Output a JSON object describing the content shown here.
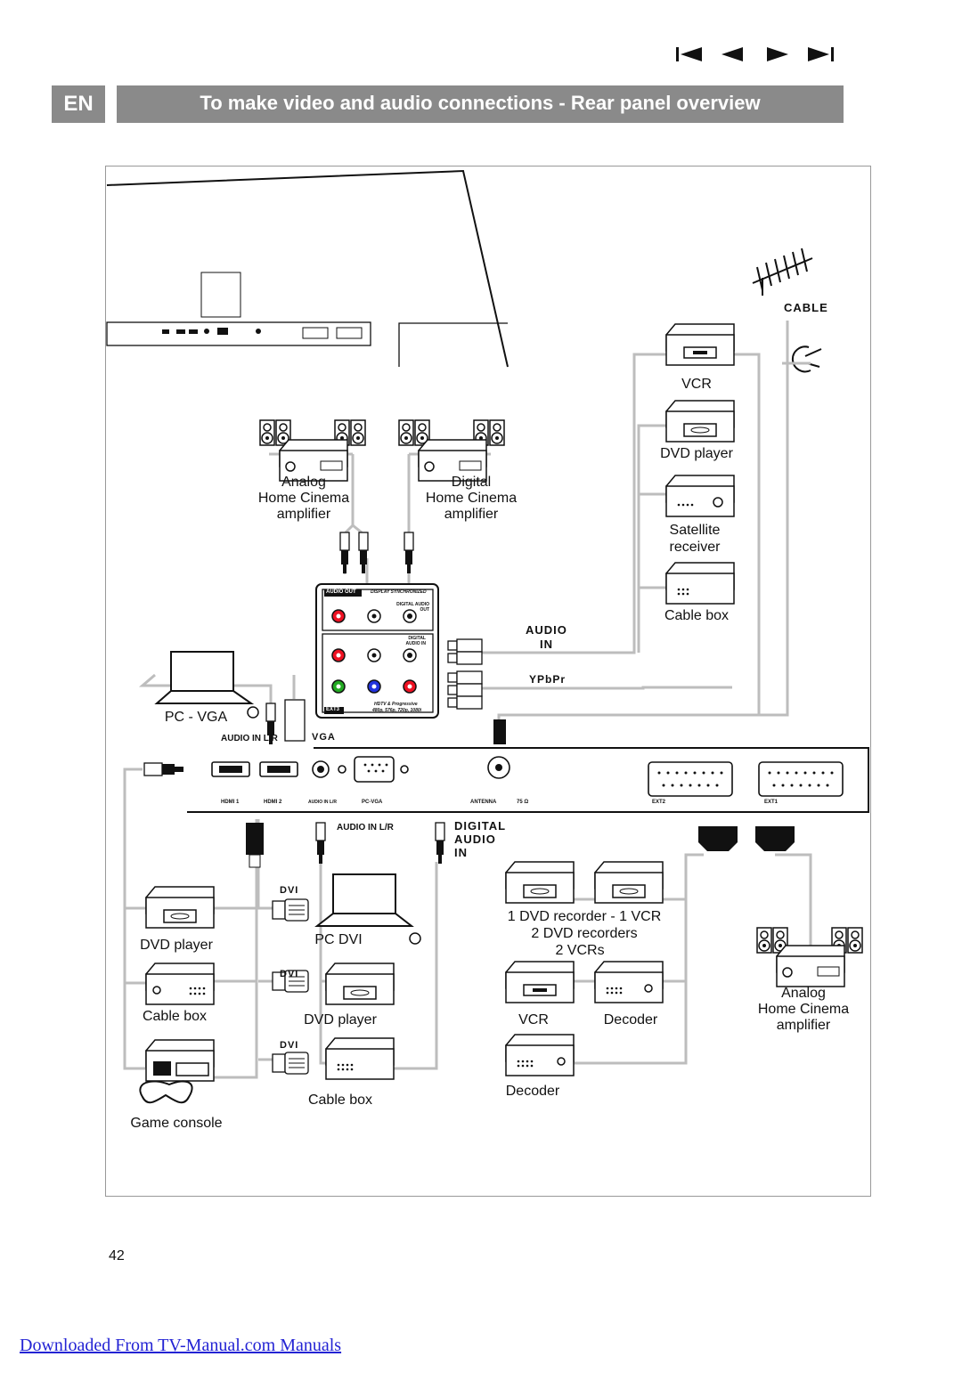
{
  "navigation": {
    "first": "first-page-icon",
    "prev": "previous-page-icon",
    "next": "next-page-icon",
    "last": "last-page-icon"
  },
  "header": {
    "lang": "EN",
    "title": "To make video and audio connections - Rear panel overview"
  },
  "ports": {
    "cable": "CABLE",
    "audio_in": "AUDIO",
    "audio_in2": "IN",
    "ypbpr": "YPbPr",
    "pc_vga": "PC - VGA",
    "audio_in_lr": "AUDIO IN L/R",
    "vga": "VGA",
    "hdmi1": "HDMI 1",
    "hdmi2": "HDMI 2",
    "audio_in_lr_small": "AUDIO IN L/R",
    "pc_vga_small": "PC-VGA",
    "antenna": "ANTENNA",
    "ohm": "75 Ω",
    "ext2": "EXT2",
    "ext1": "EXT1",
    "audio_in_lr_bottom": "AUDIO IN L/R",
    "digital_audio_in_1": "DIGITAL",
    "digital_audio_in_2": "AUDIO",
    "digital_audio_in_3": "IN",
    "dvi1": "DVI",
    "dvi2": "DVI",
    "dvi3": "DVI",
    "panel_audio_out": "AUDIO OUT",
    "panel_display_sync": "DISPLAY SYNCHRONIZED",
    "panel_digital_audio_out": "DIGITAL AUDIO OUT",
    "panel_digital_audio_in": "DIGITAL AUDIO IN",
    "panel_ext3": "EXT3",
    "panel_hdtv": "HDTV & Progressive",
    "panel_res": "480p, 576p, 720p, 1080i"
  },
  "devices": {
    "vcr_top": "VCR",
    "dvd_top": "DVD player",
    "satellite_1": "Satellite",
    "satellite_2": "receiver",
    "cable_box_top": "Cable box",
    "analog_1": "Analog",
    "analog_2": "Home Cinema",
    "analog_3": "amplifier",
    "digital_1": "Digital",
    "digital_2": "Home Cinema",
    "digital_3": "amplifier",
    "dvd_left": "DVD player",
    "cable_box_left": "Cable box",
    "game_console": "Game console",
    "pc_dvi": "PC DVI",
    "dvd_mid": "DVD player",
    "cable_box_mid": "Cable box",
    "recorder_1": "1 DVD recorder - 1 VCR",
    "recorder_2": "2 DVD recorders",
    "recorder_3": "2 VCRs",
    "vcr_bottom": "VCR",
    "decoder_1": "Decoder",
    "decoder_2": "Decoder",
    "analog_r1": "Analog",
    "analog_r2": "Home Cinema",
    "analog_r3": "amplifier"
  },
  "page_number": "42",
  "footer": {
    "link_text": "Downloaded From TV-Manual.com Manuals"
  },
  "colors": {
    "header_bg": "#8a8a8a",
    "cable_grey": "#bdbdbd",
    "link": "#2323d4"
  }
}
